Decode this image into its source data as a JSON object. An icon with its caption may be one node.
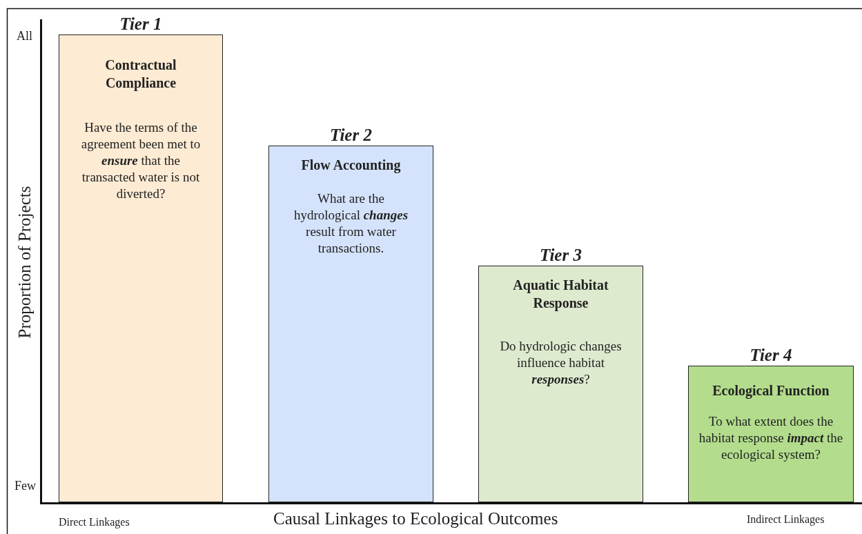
{
  "diagram": {
    "nodes": [
      {
        "text": [
          "Tier 1",
          "Contractual Compliance",
          "Have the terms of the agreement been met to **ensure** that the transacted water is not diverted?"
        ]
      },
      {
        "text": [
          "Tier 2",
          "Flow Accounting",
          "What are the hydrological **changes** result from water transactions."
        ]
      },
      {
        "text": [
          "Tier 3",
          "Aquatic Habitat Response",
          "Do hydrologic changes influence habitat **responses**?"
        ]
      },
      {
        "text": [
          "Tier 4",
          "Ecological Function",
          "To what extent does the habitat response **impact** the ecological system?"
        ]
      }
    ],
    "labels": [
      "All",
      "Proportion of Projects",
      "Few",
      "Direct Linkages",
      "Causal Linkages to Ecological Outcomes",
      "Indirect Linkages"
    ]
  }
}
